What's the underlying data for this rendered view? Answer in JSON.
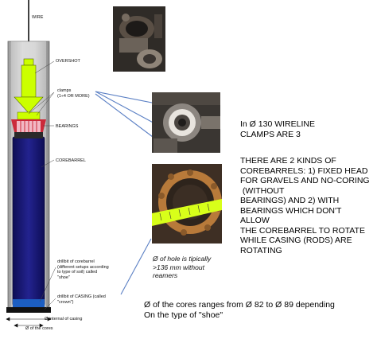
{
  "diagram": {
    "labels": {
      "wire": "WIRE",
      "overshot": "OVERSHOT",
      "clamps": "clamps\n(1÷4 OR MORE)",
      "bearings": "BEARINGS",
      "corebarrel": "COREBARREL",
      "drillbit_corebarrel": "drillbit of corebarrel\n(different setups according\nto type of soil) called\n\"shoe\"",
      "drillbit_casing": "drillbit of CASING (called\n\"crown\")",
      "internal_casing": "Ø internal of casing",
      "cores_diameter": "Ø of the cores"
    },
    "colors": {
      "overshot": "#ccff00",
      "corebarrel": "#1a1a7a",
      "bearings": "#cc2a3a",
      "casing": "#cfcfcf",
      "leader_lines": "#5a7fc4"
    }
  },
  "photos": {
    "top": "overshot-photo",
    "middle": "clamps-photo",
    "bottom": "bit-photo"
  },
  "hole_caption": "Ø of hole is tipically\n>136 mm without\nreamers",
  "notes": {
    "clamps_note": "In Ø 130 WIRELINE\nCLAMPS ARE 3",
    "corebarrel_note": "THERE ARE 2 KINDS OF\nCOREBARRELS: 1) FIXED HEAD\nFOR GRAVELS AND NO-CORING\n (WITHOUT\nBEARINGS) AND 2) WITH\nBEARINGS WHICH DON'T\nALLOW\nTHE COREBARREL TO ROTATE\nWHILE CASING (RODS) ARE\nROTATING",
    "cores_note": "Ø of the cores ranges from Ø 82 to Ø 89 depending\nOn the type of \"shoe\""
  }
}
